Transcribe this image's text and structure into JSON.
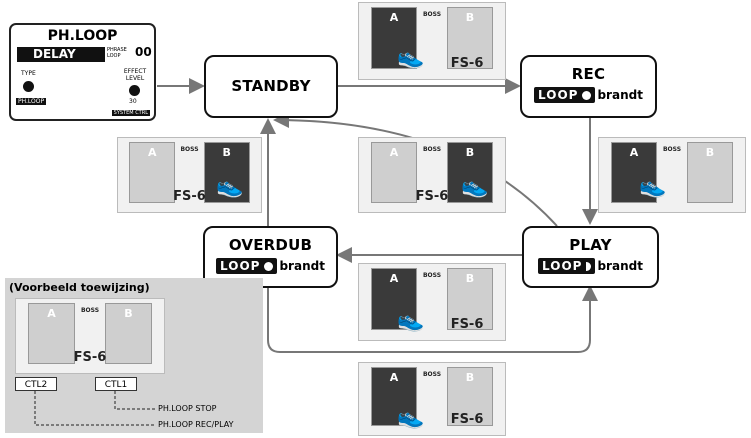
{
  "panel": {
    "title": "PH.LOOP",
    "effect_name": "DELAY",
    "phrase_loop_label": "PHRASE LOOP",
    "phrase_value": "00",
    "type_label": "TYPE",
    "type_value": "PH.LOOP",
    "effect_level_label": "EFFECT LEVEL",
    "effect_level_value": "30",
    "bottom_label": "SYSTEM CTRL"
  },
  "states": {
    "standby": {
      "title": "STANDBY"
    },
    "rec": {
      "title": "REC",
      "loop_label": "LOOP",
      "status": "brandt"
    },
    "play": {
      "title": "PLAY",
      "loop_label": "LOOP",
      "status": "brandt"
    },
    "overdub": {
      "title": "OVERDUB",
      "loop_label": "LOOP",
      "status": "brandt"
    }
  },
  "pedal": {
    "switch_a": "A",
    "switch_b": "B",
    "brand": "BOSS",
    "model": "FS-6"
  },
  "legend": {
    "title": "(Voorbeeld toewijzing)",
    "ctl2": "CTL2",
    "ctl1": "CTL1",
    "line_stop": "PH.LOOP STOP",
    "line_recplay": "PH.LOOP REC/PLAY"
  },
  "colors": {
    "box_border": "#111111",
    "arrow": "#777777",
    "legend_bg": "#d4d4d4",
    "switch_pressed": "#3a3a3a"
  }
}
